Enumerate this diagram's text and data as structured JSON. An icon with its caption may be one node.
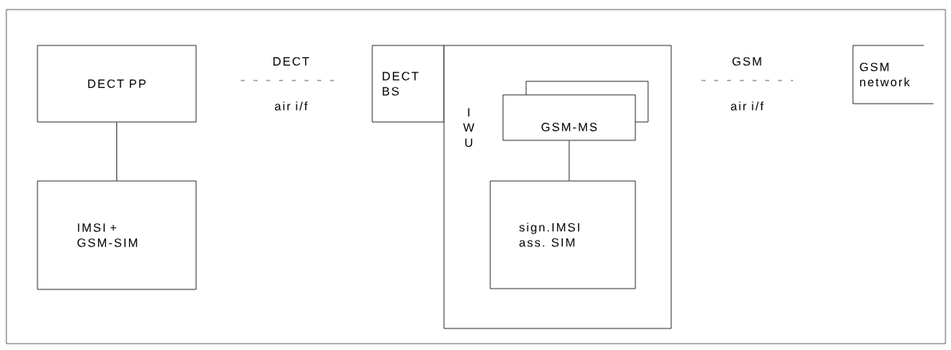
{
  "diagram": {
    "nodes": [
      {
        "text": [
          "DECT PP"
        ]
      },
      {
        "text": [
          "IMSI + GSM-SIM"
        ]
      },
      {
        "text": [
          "DECT BS"
        ]
      },
      {
        "text": [
          "I W U"
        ]
      },
      {
        "text": [],
        "shape": "box",
        "in": 3
      },
      {
        "text": [
          "GSM-MS"
        ],
        "in": 3
      },
      {
        "text": [
          "sign.IMSI ass. SIM"
        ],
        "in": 3
      },
      {
        "text": [
          "GSM network"
        ]
      }
    ],
    "edges": [
      {
        "from": 0,
        "to": 1,
        "arrow": "none"
      },
      {
        "from": 5,
        "to": 6,
        "arrow": "none"
      }
    ],
    "labels": [
      "DECT",
      "air i/f",
      "GSM",
      "air i/f"
    ]
  }
}
